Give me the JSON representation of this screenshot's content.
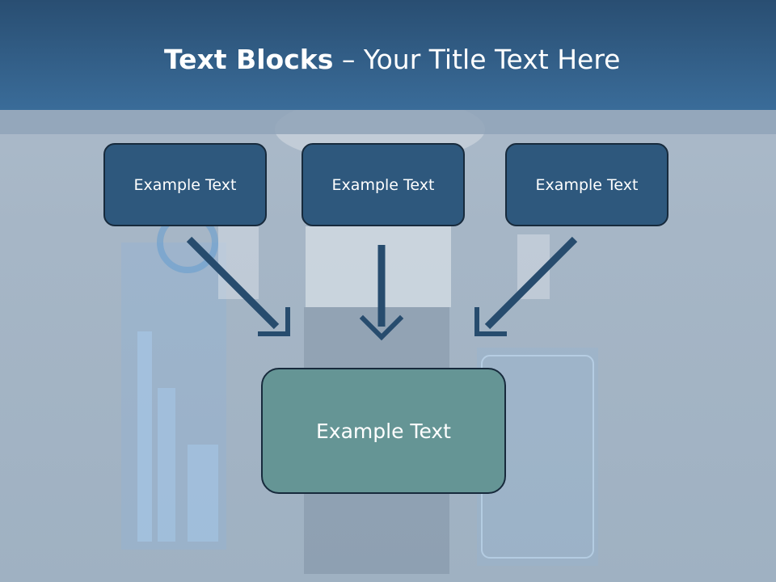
{
  "slide": {
    "title_bold": "Text Blocks",
    "title_dash": "–",
    "title_rest": "Your Title Text Here"
  },
  "blocks": {
    "top": [
      {
        "label": "Example Text"
      },
      {
        "label": "Example Text"
      },
      {
        "label": "Example Text"
      }
    ],
    "main": {
      "label": "Example Text"
    }
  },
  "colors": {
    "header": "#30618c",
    "block_fill": "#2e587d",
    "main_block_fill": "#659595",
    "arrow": "#274c6e"
  }
}
